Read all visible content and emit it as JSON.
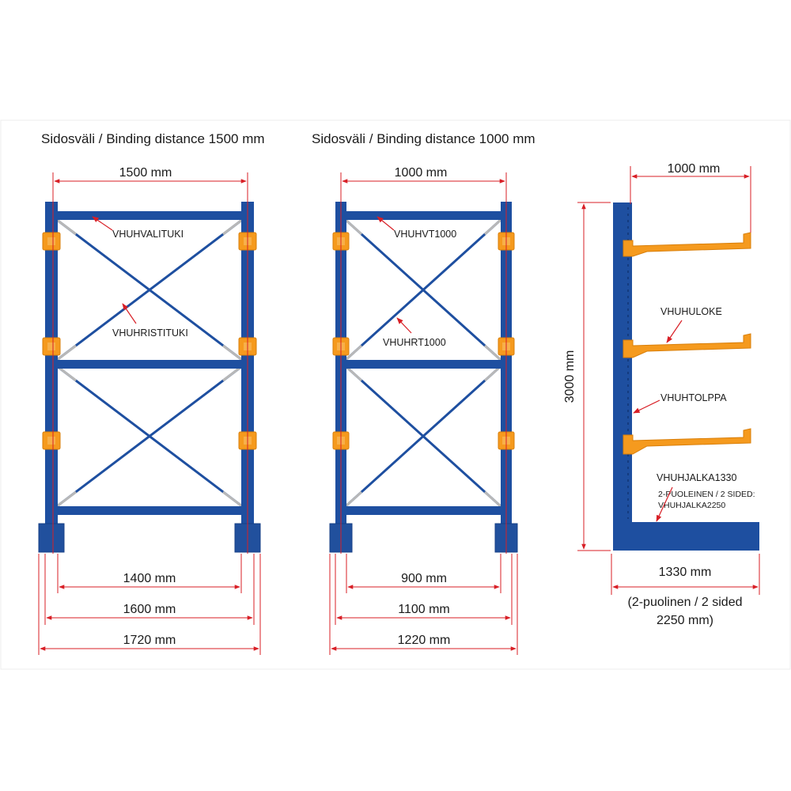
{
  "frame_left": {
    "title": "Sidosväli / Binding distance 1500 mm",
    "dim_top": "1500 mm",
    "dim_inner": "1400 mm",
    "dim_mid": "1600 mm",
    "dim_outer": "1720 mm",
    "part_beam": "VHUHVALITUKI",
    "part_cross": "VHUHRISTITUKI"
  },
  "frame_middle": {
    "title": "Sidosväli / Binding distance 1000 mm",
    "dim_top": "1000 mm",
    "dim_inner": "900 mm",
    "dim_mid": "1100 mm",
    "dim_outer": "1220 mm",
    "part_beam": "VHUHVT1000",
    "part_cross": "VHUHRT1000"
  },
  "side_view": {
    "dim_arm": "1000 mm",
    "dim_height": "3000 mm",
    "part_arm": "VHUHULOKE",
    "part_column": "VHUHTOLPPA",
    "part_base": "VHUHJALKA1330",
    "part_base_note_line1": "2-PUOLEINEN / 2 SIDED:",
    "part_base_note_line2": "VHUHJALKA2250",
    "dim_base": "1330 mm",
    "dim_base_note_line1": "(2-puolinen / 2 sided",
    "dim_base_note_line2": "2250 mm)"
  },
  "colors": {
    "steel_blue": "#1e4fa0",
    "arm_orange": "#f59a1e",
    "dimension_red": "#d81f26"
  }
}
